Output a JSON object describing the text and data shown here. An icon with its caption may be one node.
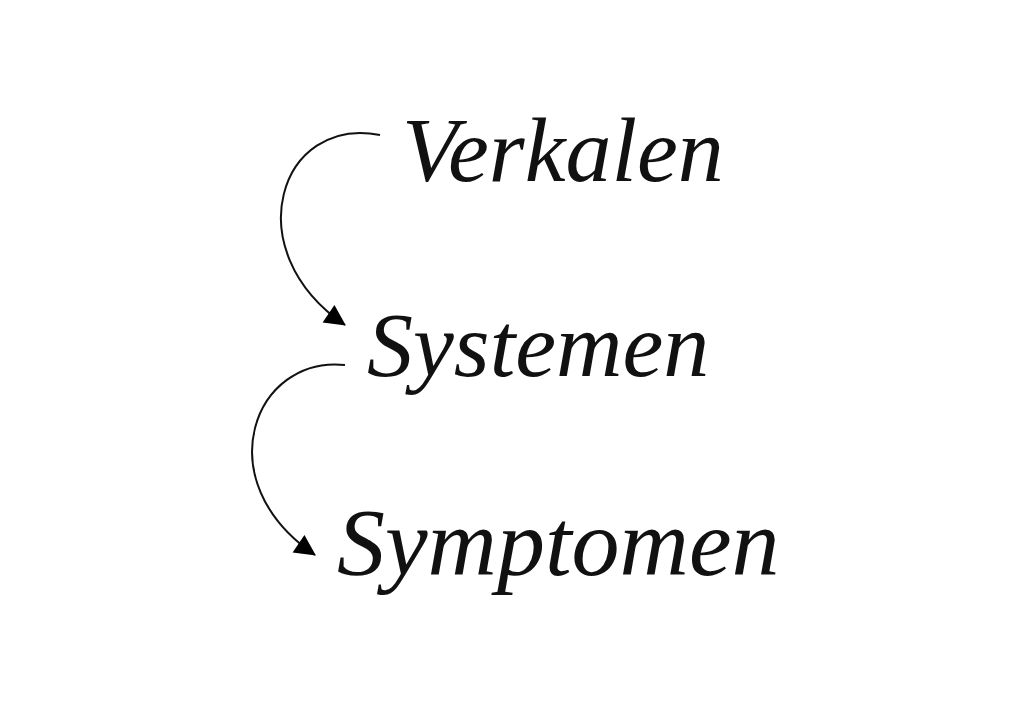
{
  "diagram": {
    "nodes": [
      {
        "text": [
          "Verkalen"
        ]
      },
      {
        "text": [
          "Systemen"
        ]
      },
      {
        "text": [
          "Symptomen"
        ]
      }
    ],
    "edges": [
      {
        "from": 0,
        "to": 1,
        "arrow": "to"
      },
      {
        "from": 1,
        "to": 2,
        "arrow": "to"
      }
    ]
  }
}
